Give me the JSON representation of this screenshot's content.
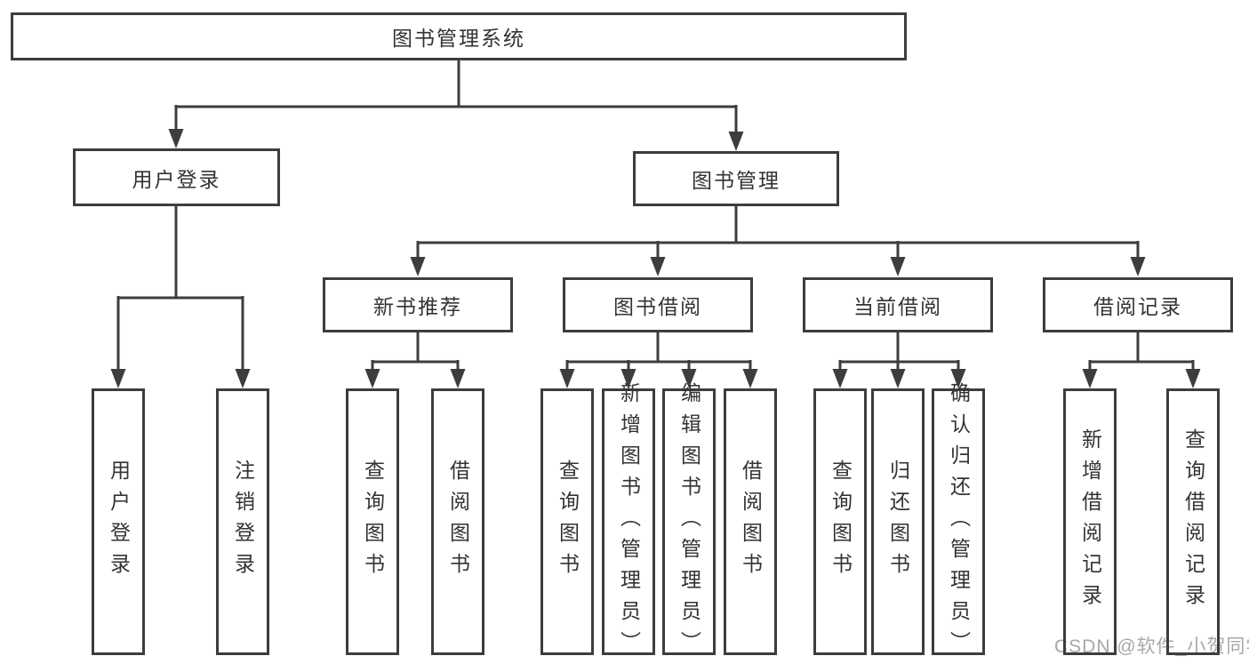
{
  "diagram": {
    "root": {
      "label": "图书管理系统"
    },
    "branches": [
      {
        "label": "用户登录",
        "children": [
          {
            "label": "用户登录"
          },
          {
            "label": "注销登录"
          }
        ]
      },
      {
        "label": "图书管理",
        "children": [
          {
            "label": "新书推荐",
            "children": [
              {
                "label": "查询图书"
              },
              {
                "label": "借阅图书"
              }
            ]
          },
          {
            "label": "图书借阅",
            "children": [
              {
                "label": "查询图书"
              },
              {
                "label": "新增图书（管理员）"
              },
              {
                "label": "编辑图书（管理员）"
              },
              {
                "label": "借阅图书"
              }
            ]
          },
          {
            "label": "当前借阅",
            "children": [
              {
                "label": "查询图书"
              },
              {
                "label": "归还图书"
              },
              {
                "label": "确认归还（管理员）"
              }
            ]
          },
          {
            "label": "借阅记录",
            "children": [
              {
                "label": "新增借阅记录"
              },
              {
                "label": "查询借阅记录"
              }
            ]
          }
        ]
      }
    ]
  },
  "watermark": {
    "text": "CSDN @软件_小贺同学"
  },
  "colors": {
    "line": "#3d3d3d",
    "text": "#333333",
    "watermark": "#a8a8a8",
    "background": "#ffffff"
  }
}
